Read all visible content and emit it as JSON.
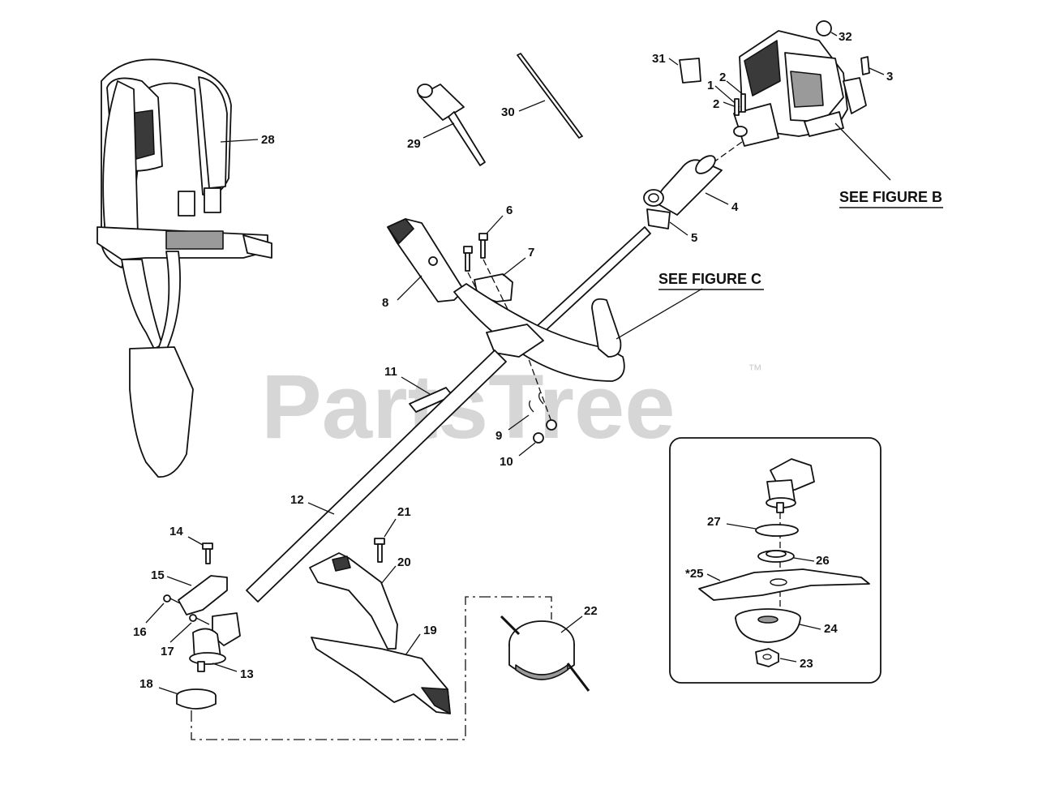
{
  "watermark": {
    "text": "PartsTree",
    "trademark": "™"
  },
  "figure_refs": {
    "figure_b": "SEE FIGURE B",
    "figure_c": "SEE FIGURE C"
  },
  "callouts": {
    "p1": "1",
    "p2a": "2",
    "p2b": "2",
    "p3": "3",
    "p4": "4",
    "p5": "5",
    "p6": "6",
    "p7": "7",
    "p8": "8",
    "p9": "9",
    "p10": "10",
    "p11": "11",
    "p12": "12",
    "p13": "13",
    "p14": "14",
    "p15": "15",
    "p16": "16",
    "p17": "17",
    "p18": "18",
    "p19": "19",
    "p20": "20",
    "p21": "21",
    "p22": "22",
    "p23": "23",
    "p24": "24",
    "p25": "*25",
    "p26": "26",
    "p27": "27",
    "p28": "28",
    "p29": "29",
    "p30": "30",
    "p31": "31",
    "p32": "32"
  },
  "colors": {
    "line": "#111111",
    "watermark": "#d6d6d6",
    "background": "#ffffff"
  }
}
